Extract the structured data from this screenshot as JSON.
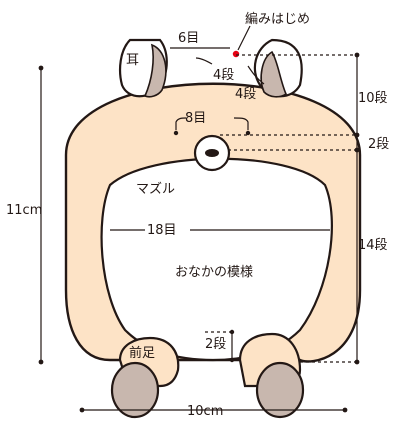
{
  "annotations": {
    "start": "編みはじめ",
    "top_stitches": "6目",
    "ear": "耳",
    "ear_rows_left": "4段",
    "ear_rows_right": "4段",
    "head_rows": "10段",
    "mid_stitches": "8目",
    "mid_rows": "2段",
    "muzzle": "マズル",
    "belly_stitches": "18目",
    "body_rows": "14段",
    "belly_pattern": "おなかの模様",
    "front_leg": "前足",
    "bottom_rows": "2段",
    "height": "11cm",
    "width": "10cm"
  },
  "colors": {
    "body": "#fde3c6",
    "ear_inner": "#c8b7ae",
    "ear_outer": "#fde3c6",
    "paw": "#c8b7ae",
    "outline": "#231815",
    "start_dot": "#e60012"
  }
}
